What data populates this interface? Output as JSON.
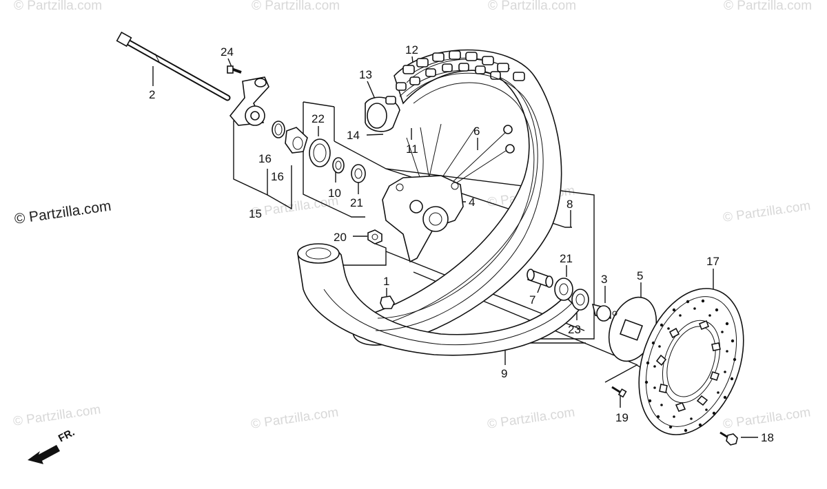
{
  "watermark": {
    "text": "© Partzilla.com",
    "main_text": "© Partzilla.com"
  },
  "direction_label": "FR.",
  "callouts": [
    {
      "id": "c1",
      "label": "1"
    },
    {
      "id": "c2",
      "label": "2"
    },
    {
      "id": "c3",
      "label": "3"
    },
    {
      "id": "c4",
      "label": "4"
    },
    {
      "id": "c5",
      "label": "5"
    },
    {
      "id": "c6",
      "label": "6"
    },
    {
      "id": "c7",
      "label": "7"
    },
    {
      "id": "c8",
      "label": "8"
    },
    {
      "id": "c9",
      "label": "9"
    },
    {
      "id": "c10",
      "label": "10"
    },
    {
      "id": "c11",
      "label": "11"
    },
    {
      "id": "c12",
      "label": "12"
    },
    {
      "id": "c13",
      "label": "13"
    },
    {
      "id": "c14",
      "label": "14"
    },
    {
      "id": "c15",
      "label": "15"
    },
    {
      "id": "c16a",
      "label": "16"
    },
    {
      "id": "c16b",
      "label": "16"
    },
    {
      "id": "c17",
      "label": "17"
    },
    {
      "id": "c18",
      "label": "18"
    },
    {
      "id": "c19",
      "label": "19"
    },
    {
      "id": "c20",
      "label": "20"
    },
    {
      "id": "c21a",
      "label": "21"
    },
    {
      "id": "c21b",
      "label": "21"
    },
    {
      "id": "c22",
      "label": "22"
    },
    {
      "id": "c23",
      "label": "23"
    },
    {
      "id": "c24",
      "label": "24"
    }
  ]
}
